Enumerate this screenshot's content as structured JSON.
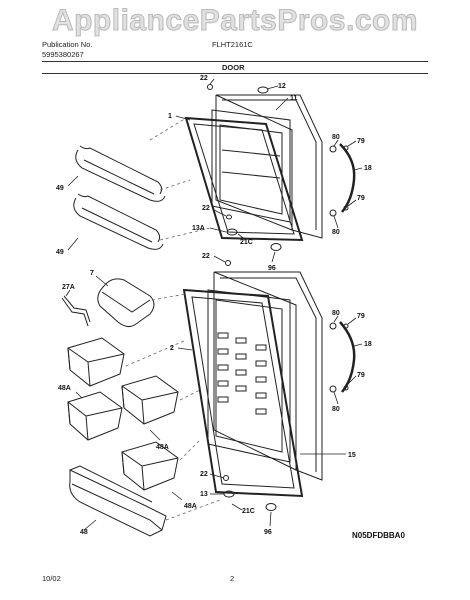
{
  "header": {
    "publication_label": "Publication No.",
    "publication_number": "5995380267",
    "model": "FLHT2161C",
    "section": "DOOR"
  },
  "watermark": "AppliancePartsPros.com",
  "diagram_code": "N05DFDBBA0",
  "footer": {
    "date": "10/02",
    "page": "2"
  },
  "callouts": {
    "c22a": "22",
    "c12": "12",
    "c11": "11",
    "c1": "1",
    "c80a": "80",
    "c79a": "79",
    "c18a": "18",
    "c79b": "79",
    "c80b": "80",
    "c49a": "49",
    "c49b": "49",
    "c22b": "22",
    "c13A": "13A",
    "c21Ca": "21C",
    "c96a": "96",
    "c22c": "22",
    "c7": "7",
    "c27A": "27A",
    "c2": "2",
    "c80c": "80",
    "c79c": "79",
    "c18b": "18",
    "c79d": "79",
    "c80d": "80",
    "c48Aa": "48A",
    "c48Ab": "48A",
    "c15": "15",
    "c22d": "22",
    "c13": "13",
    "c48Ac": "48A",
    "c21Cb": "21C",
    "c48": "48",
    "c96b": "96"
  }
}
